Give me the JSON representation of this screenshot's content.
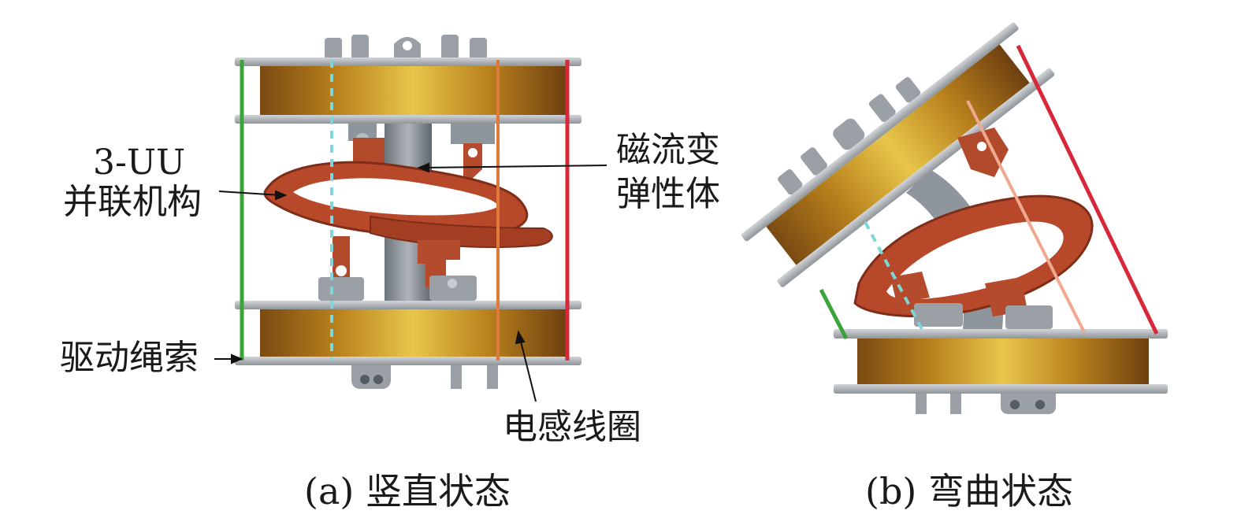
{
  "panel_a": {
    "labels": {
      "mechanism_line1": "3-UU",
      "mechanism_line2": "并联机构",
      "elastomer_line1": "磁流变",
      "elastomer_line2": "弹性体",
      "cable": "驱动绳索",
      "coil": "电感线圈"
    },
    "caption": "(a) 竖直状态"
  },
  "panel_b": {
    "caption": "(b) 弯曲状态"
  },
  "colors": {
    "coil": "#c48a1a",
    "coil_highlight": "#e6c24a",
    "plate": "#a7abb0",
    "bracket": "#b04a2a",
    "elastomer": "#8e959c",
    "cable_green": "#3aa33a",
    "cable_cyan": "#7fd6d8",
    "cable_orange": "#e07a3a",
    "cable_pink": "#f0a890",
    "cable_red": "#d7283a"
  }
}
